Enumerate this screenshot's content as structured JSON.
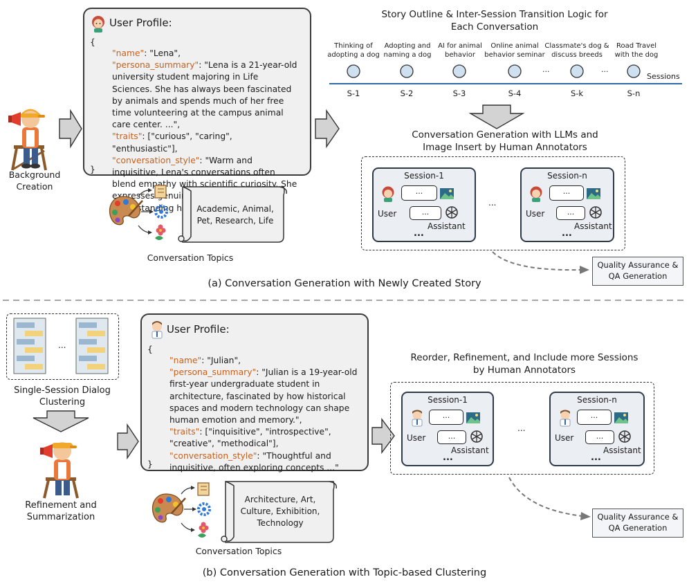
{
  "top": {
    "left_label": [
      "Background",
      "Creation"
    ],
    "profile": {
      "title": "User Profile:",
      "open": "{",
      "close": "}",
      "name_key": "\"name\"",
      "name_val": ": \"Lena\",",
      "summary_key": "\"persona_summary\"",
      "summary_val": ": \"Lena is a 21-year-old university student majoring in Life Sciences. She has always been fascinated by animals and spends much of her free time volunteering at the campus animal care center. ...\",",
      "traits_key": "\"traits\"",
      "traits_val": ": [\"curious\", \"caring\", \"enthusiastic\"],",
      "style_key": "\"conversation_style\"",
      "style_val": ": \"Warm and inquisitive, Lena's conversations often blend empathy with scientific curiosity. She expresses genuine interest in understanding how things work ...\""
    },
    "topics_text": "Academic, Animal, Pet, Research, Life",
    "topics_label": "Conversation Topics",
    "outline_title": [
      "Story Outline & Inter-Session Transition Logic for",
      "Each Conversation"
    ],
    "timeline": [
      {
        "event": [
          "Thinking of",
          "adopting a dog"
        ],
        "id": "S-1"
      },
      {
        "event": [
          "Adopting and",
          "naming a dog"
        ],
        "id": "S-2"
      },
      {
        "event": [
          "AI for animal",
          "behavior"
        ],
        "id": "S-3"
      },
      {
        "event": [
          "Online animal",
          "behavior seminar"
        ],
        "id": "S-4"
      },
      {
        "event": [
          "Classmate's dog &",
          "discuss breeds"
        ],
        "id": "S-k"
      },
      {
        "event": [
          "Road Travel",
          "with the dog"
        ],
        "id": "S-n"
      }
    ],
    "ellipsis": "...",
    "sessions_label": "Sessions",
    "gen_title": [
      "Conversation Generation with LLMs and",
      "Image Insert by Human Annotators"
    ],
    "session_1": "Session-1",
    "session_n": "Session-n",
    "user": "User",
    "assistant": "Assistant",
    "dots": "...",
    "qa": [
      "Quality Assurance &",
      "QA Generation"
    ],
    "caption": "(a) Conversation Generation with Newly Created Story"
  },
  "bottom": {
    "cluster_label": [
      "Single-Session Dialog",
      "Clustering"
    ],
    "refine_label": [
      "Refinement and",
      "Summarization"
    ],
    "profile": {
      "title": "User Profile:",
      "open": "{",
      "close": "}",
      "name_key": "\"name\"",
      "name_val": ": \"Julian\",",
      "summary_key": "\"persona_summary\"",
      "summary_val": ": \"Julian is a 19-year-old first-year undergraduate student in architecture, fascinated by how historical spaces and modern technology can shape human emotion and memory.\",",
      "traits_key": "\"traits\"",
      "traits_val": ": [\"inquisitive\", \"introspective\", \"creative\", \"methodical\"],",
      "style_key": "\"conversation_style\"",
      "style_val": ": \"Thoughtful and inquisitive, often exploring concepts ...\""
    },
    "topics_text": "Architecture, Art, Culture, Exhibition, Technology",
    "topics_label": "Conversation Topics",
    "reorder_title": [
      "Reorder, Refinement, and Include more Sessions",
      "by Human Annotators"
    ],
    "session_1": "Session-1",
    "session_n": "Session-n",
    "user": "User",
    "assistant": "Assistant",
    "dots": "...",
    "qa": [
      "Quality Assurance &",
      "QA Generation"
    ],
    "caption": "(b) Conversation Generation with Topic-based Clustering"
  },
  "colors": {
    "json_key": "#c8601c",
    "card_bg": "#f0f0f0",
    "session_bg": "#ebeef3",
    "arrow_fill": "#d3d3d3",
    "timeline_dot": "#cfe0f0"
  },
  "icons": [
    "director-icon",
    "user-girl-icon",
    "user-boy-icon",
    "palette-icon",
    "scroll-icon",
    "gear-icon",
    "flower-icon",
    "image-icon",
    "openai-icon",
    "dialog-thumbnail-icon"
  ]
}
